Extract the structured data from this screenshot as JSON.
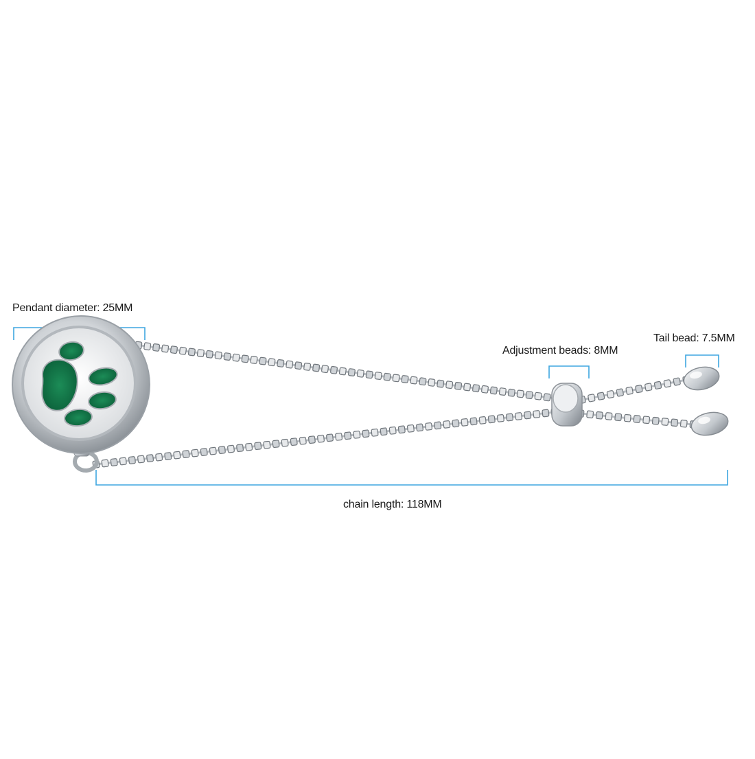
{
  "annotations": {
    "pendant_diameter": "Pendant diameter: 25MM",
    "adjustment_beads": "Adjustment beads: 8MM",
    "tail_bead": "Tail bead: 7.5MM",
    "chain_length": "chain length: 118MM"
  },
  "colors": {
    "measure_line": "#3ea6e0",
    "felt_green": "#0f7a4a",
    "steel": "#c9cdd2",
    "background": "#ffffff"
  },
  "icons": {
    "pendant_insert": "paw-print-icon"
  }
}
